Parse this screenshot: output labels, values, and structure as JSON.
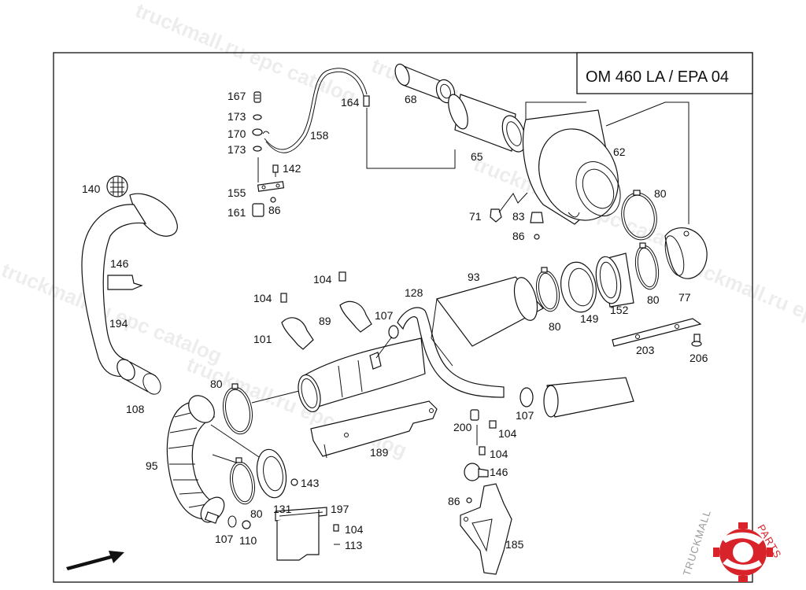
{
  "title": "OM 460 LA / EPA 04",
  "watermarks": [
    "truckmall.ru epc catalog",
    "truckmall.ru epc catalog",
    "truckmall.ru epc catalog",
    "truckmall.ru epc catalog",
    "truckmall.ru epc catalog",
    "truckmall.ru epc catalog"
  ],
  "logo": {
    "text_a": "TRUCKMALL",
    "text_b": "PARTS",
    "color_a": "#9a9a9a",
    "color_b": "#d8232a"
  },
  "labels": {
    "p167": "167",
    "p173a": "173",
    "p170": "170",
    "p173b": "173",
    "p164": "164",
    "p68": "68",
    "p158": "158",
    "p142": "142",
    "p155": "155",
    "p161": "161",
    "p86a": "86",
    "p65": "65",
    "p62": "62",
    "p140": "140",
    "p80a": "80",
    "p71": "71",
    "p83": "83",
    "p86b": "86",
    "p146a": "146",
    "p93": "93",
    "p104a": "104",
    "p104b": "104",
    "p128": "128",
    "p89": "89",
    "p107a": "107",
    "p101": "101",
    "p194": "194",
    "p80b": "80",
    "p149": "149",
    "p152": "152",
    "p80c": "80",
    "p77": "77",
    "p203": "203",
    "p206": "206",
    "p80d": "80",
    "p108": "108",
    "p107b": "107",
    "p200": "200",
    "p104c": "104",
    "p189": "189",
    "p104d": "104",
    "p146b": "146",
    "p95": "95",
    "p143": "143",
    "p86c": "86",
    "p131": "131",
    "p197": "197",
    "p80e": "80",
    "p104e": "104",
    "p107c": "107",
    "p110": "110",
    "p113": "113",
    "p185": "185"
  }
}
